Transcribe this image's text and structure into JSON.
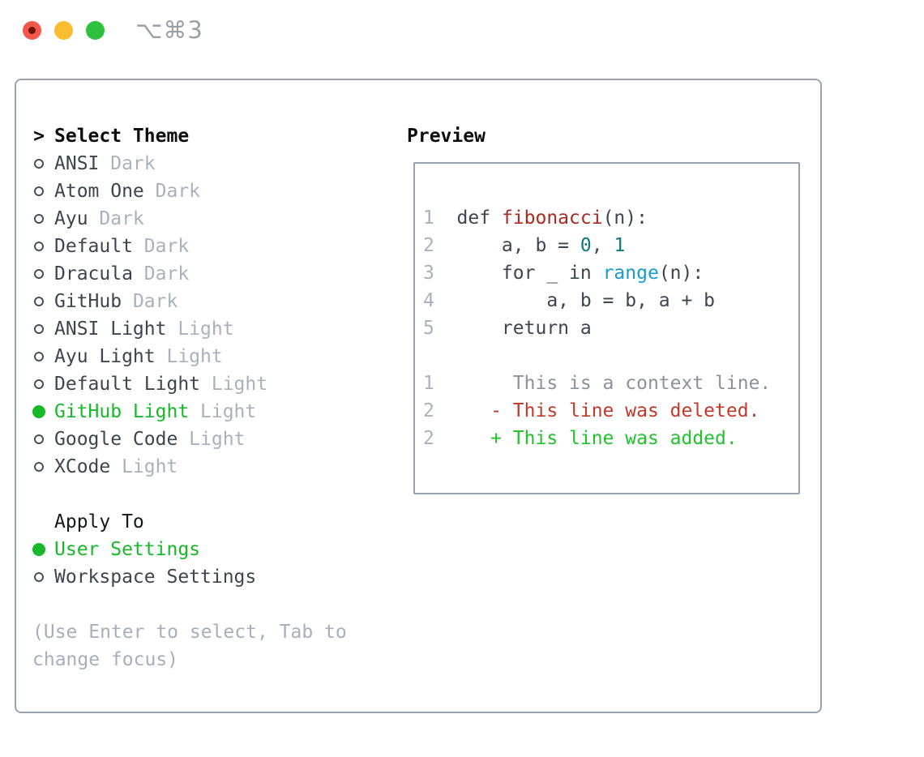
{
  "window": {
    "shortcut_label": "⌥⌘3",
    "traffic_lights": [
      "close",
      "minimize",
      "zoom"
    ]
  },
  "theme_panel": {
    "prompt": ">",
    "title": "Select Theme",
    "themes": [
      {
        "name": "ANSI",
        "variant": "Dark",
        "selected": false
      },
      {
        "name": "Atom One",
        "variant": "Dark",
        "selected": false
      },
      {
        "name": "Ayu",
        "variant": "Dark",
        "selected": false
      },
      {
        "name": "Default",
        "variant": "Dark",
        "selected": false
      },
      {
        "name": "Dracula",
        "variant": "Dark",
        "selected": false
      },
      {
        "name": "GitHub",
        "variant": "Dark",
        "selected": false
      },
      {
        "name": "ANSI Light",
        "variant": "Light",
        "selected": false
      },
      {
        "name": "Ayu Light",
        "variant": "Light",
        "selected": false
      },
      {
        "name": "Default Light",
        "variant": "Light",
        "selected": false
      },
      {
        "name": "GitHub Light",
        "variant": "Light",
        "selected": true
      },
      {
        "name": "Google Code",
        "variant": "Light",
        "selected": false
      },
      {
        "name": "XCode",
        "variant": "Light",
        "selected": false
      }
    ],
    "apply_to": {
      "title": "Apply To",
      "options": [
        {
          "label": "User Settings",
          "selected": true
        },
        {
          "label": "Workspace Settings",
          "selected": false
        }
      ]
    },
    "help": {
      "line1": "(Use Enter to select, Tab to",
      "line2": "change focus)"
    }
  },
  "preview": {
    "title": "Preview",
    "code_lines": [
      {
        "num": "1",
        "segments": [
          {
            "t": "def ",
            "c": "plain"
          },
          {
            "t": "fibonacci",
            "c": "func"
          },
          {
            "t": "(n):",
            "c": "plain"
          }
        ]
      },
      {
        "num": "2",
        "segments": [
          {
            "t": "    a, b = ",
            "c": "plain"
          },
          {
            "t": "0",
            "c": "number"
          },
          {
            "t": ", ",
            "c": "plain"
          },
          {
            "t": "1",
            "c": "number"
          }
        ]
      },
      {
        "num": "3",
        "segments": [
          {
            "t": "    for _ in ",
            "c": "plain"
          },
          {
            "t": "range",
            "c": "builtin"
          },
          {
            "t": "(n):",
            "c": "plain"
          }
        ]
      },
      {
        "num": "4",
        "segments": [
          {
            "t": "        a, b = b, a + b",
            "c": "plain"
          }
        ]
      },
      {
        "num": "5",
        "segments": [
          {
            "t": "    return a",
            "c": "plain"
          }
        ]
      },
      {
        "num": "",
        "segments": []
      }
    ],
    "diff_lines": [
      {
        "num": "1",
        "segments": [
          {
            "t": "     This is a context line.",
            "c": "ctx"
          }
        ]
      },
      {
        "num": "2",
        "segments": [
          {
            "t": "   - This line was deleted.",
            "c": "del"
          }
        ]
      },
      {
        "num": "2",
        "segments": [
          {
            "t": "   + This line was added.",
            "c": "add"
          }
        ]
      }
    ]
  },
  "colors": {
    "accent_green": "#18b82b",
    "panel_border": "#9aa3ad",
    "text_dark": "#3d454e",
    "text_muted": "#a9b2bc",
    "heading": "#0a0c0e",
    "code_function_red": "#a82a22",
    "code_number_teal": "#0e7a78",
    "code_builtin_blue": "#1a9cc9",
    "diff_context_gray": "#8b929b",
    "diff_deleted_red": "#c2392b",
    "diff_added_green": "#20c32b",
    "traffic_red": "#f2574b",
    "traffic_red_dot": "#701409",
    "traffic_yellow": "#fbbc30",
    "traffic_green": "#2ec03e"
  }
}
